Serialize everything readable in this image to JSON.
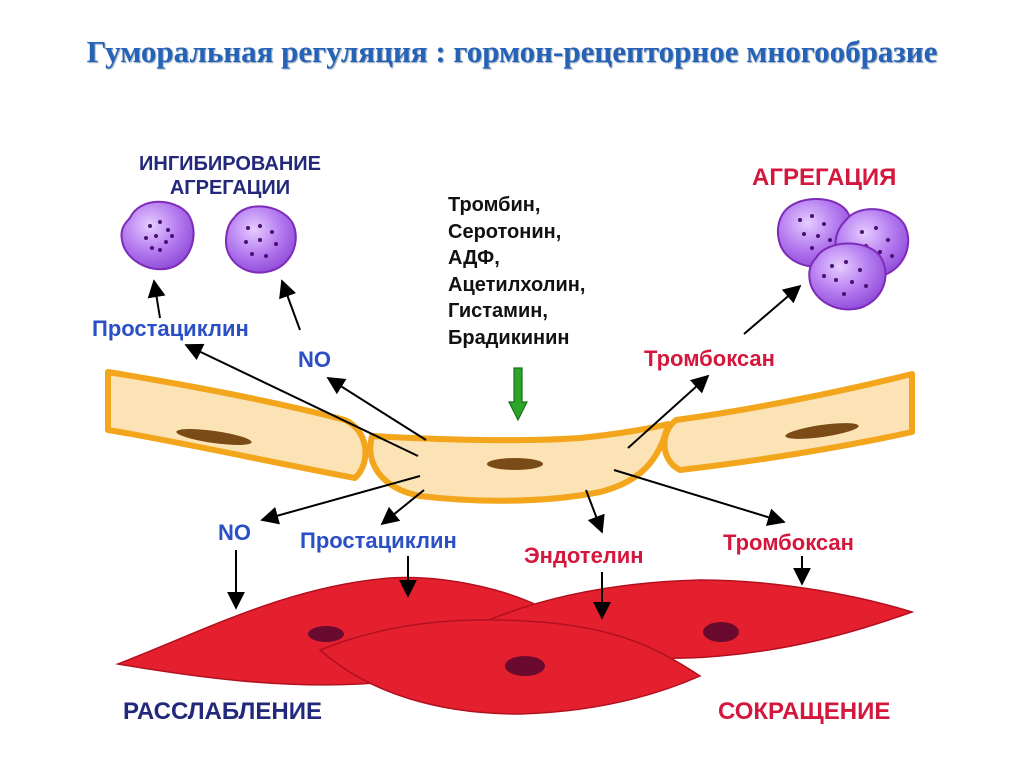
{
  "title": "Гуморальная регуляция : гормон-рецепторное многообразие",
  "top_left": {
    "line1": "ИНГИБИРОВАНИЕ",
    "line2": "АГРЕГАЦИИ"
  },
  "top_right": "АГРЕГАЦИЯ",
  "agents": [
    "Тромбин,",
    "Серотонин,",
    "АДФ,",
    "Ацетилхолин,",
    "Гистамин,",
    "Брадикинин"
  ],
  "upper_labels": {
    "prostacyclin": "Простациклин",
    "no": "NO",
    "thromboxane": "Тромбоксан"
  },
  "lower_labels": {
    "no": "NO",
    "prostacyclin": "Простациклин",
    "endothelin": "Эндотелин",
    "thromboxane": "Тромбоксан"
  },
  "bottom_left": "РАССЛАБЛЕНИЕ",
  "bottom_right": "СОКРАЩЕНИЕ",
  "colors": {
    "title": "#2563b8",
    "blue_text": "#2b4fc4",
    "red_text": "#d3173d",
    "endothelium_fill": "#fbe3b6",
    "endothelium_stroke": "#f3a51b",
    "platelet_fill": "#b073e6",
    "platelet_stroke": "#7d2bb8",
    "muscle_fill": "#e5202e",
    "nucleus": "#6a0a2e",
    "green_arrow": "#2aa52a"
  }
}
